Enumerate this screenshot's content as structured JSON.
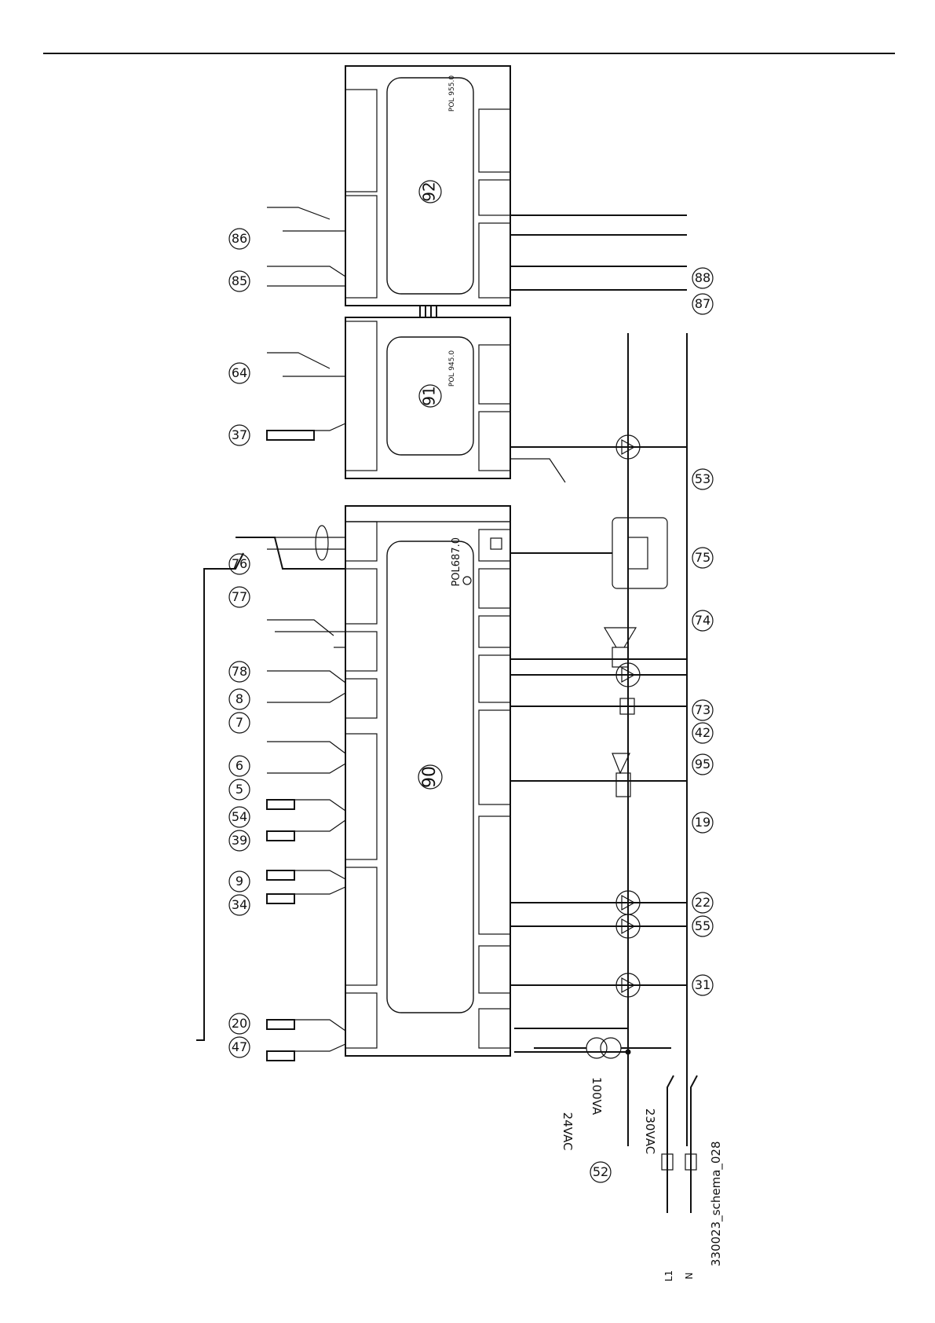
{
  "controllers": [
    {
      "id": "main",
      "number": "90",
      "model": "POL687.0"
    },
    {
      "id": "module-1",
      "number": "91",
      "model": "POL 945.0"
    },
    {
      "id": "module-2",
      "number": "92",
      "model": "POL 955.0"
    }
  ],
  "callouts_left": [
    "47",
    "20",
    "34",
    "9",
    "39",
    "54",
    "5",
    "6",
    "7",
    "8",
    "78",
    "77",
    "76",
    "37",
    "64",
    "85",
    "86"
  ],
  "callouts_right": [
    "31",
    "55",
    "22",
    "19",
    "95",
    "42",
    "73",
    "74",
    "75",
    "53",
    "87",
    "88"
  ],
  "callout_transformer": "52",
  "transformer": {
    "rating": "100VA",
    "secondary": "24VAC",
    "primary": "230VAC"
  },
  "supply": {
    "line": "L1",
    "neutral": "N"
  },
  "drawing_id": "330023_schema_028"
}
